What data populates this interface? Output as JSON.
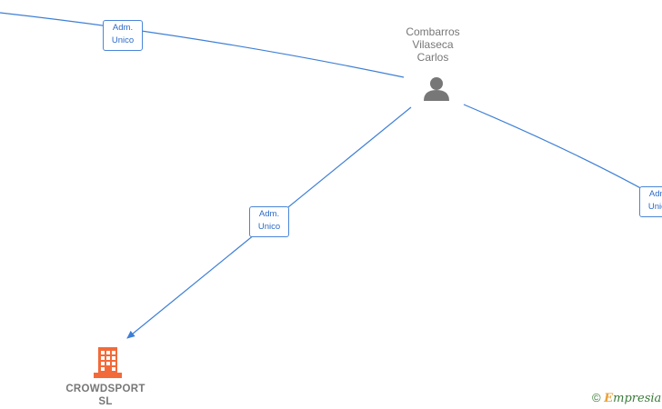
{
  "people": [
    {
      "name_lines": [
        "Combarros",
        "Vilaseca",
        "Carlos"
      ],
      "icon": "person-icon"
    }
  ],
  "companies": [
    {
      "name_lines": [
        "CROWDSPORT",
        "SL"
      ],
      "icon": "building-icon",
      "color": "#f26a3a"
    }
  ],
  "relations": [
    {
      "label_lines": [
        "Adm.",
        "Unico"
      ]
    },
    {
      "label_lines": [
        "Adm.",
        "Unico"
      ]
    },
    {
      "label_lines": [
        "Adm.",
        "Unico"
      ]
    }
  ],
  "colors": {
    "edge": "#3d7fd6",
    "label_text": "#2c6bc8",
    "person_icon": "#777777"
  },
  "watermark": {
    "symbol": "©",
    "brand_initial": "E",
    "brand_rest": "mpresia"
  }
}
